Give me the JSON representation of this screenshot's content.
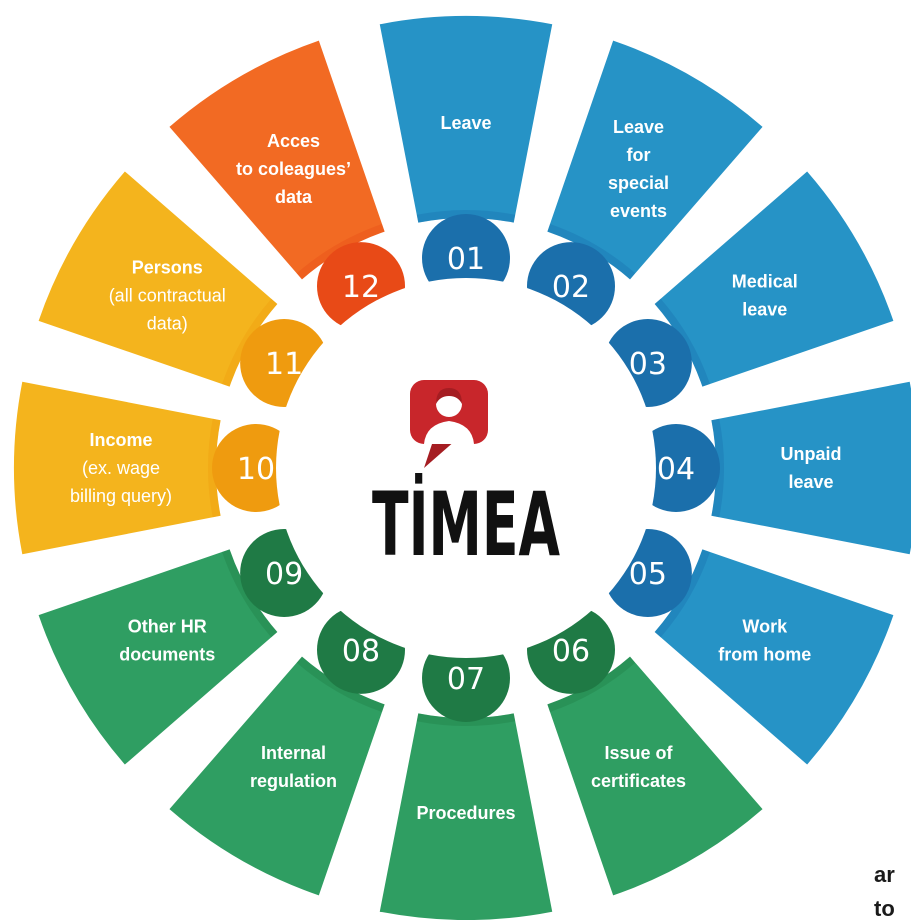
{
  "logo": {
    "wordmark": "TİMEA"
  },
  "segments": [
    {
      "number": "01",
      "label_lines": [
        {
          "bold": "Leave"
        }
      ],
      "color": "#2693c6",
      "inner_color": "#1b6fab"
    },
    {
      "number": "02",
      "label_lines": [
        {
          "bold": "Leave"
        },
        {
          "bold": "for"
        },
        {
          "bold": "special"
        },
        {
          "bold": "events"
        }
      ],
      "color": "#2693c6",
      "inner_color": "#1b6fab"
    },
    {
      "number": "03",
      "label_lines": [
        {
          "bold": "Medical"
        },
        {
          "bold": "leave"
        }
      ],
      "color": "#2693c6",
      "inner_color": "#1b6fab"
    },
    {
      "number": "04",
      "label_lines": [
        {
          "bold": "Unpaid"
        },
        {
          "bold": "leave"
        }
      ],
      "color": "#2693c6",
      "inner_color": "#1b6fab"
    },
    {
      "number": "05",
      "label_lines": [
        {
          "bold": "Work"
        },
        {
          "bold": "from home"
        }
      ],
      "color": "#2693c6",
      "inner_color": "#1b6fab"
    },
    {
      "number": "06",
      "label_lines": [
        {
          "bold": "Issue of"
        },
        {
          "bold": "certificates"
        }
      ],
      "color": "#2f9e62",
      "inner_color": "#1f7a45"
    },
    {
      "number": "07",
      "label_lines": [
        {
          "bold": "Procedures"
        }
      ],
      "color": "#2f9e62",
      "inner_color": "#1f7a45"
    },
    {
      "number": "08",
      "label_lines": [
        {
          "bold": "Internal"
        },
        {
          "bold": "regulation"
        }
      ],
      "color": "#2f9e62",
      "inner_color": "#1f7a45"
    },
    {
      "number": "09",
      "label_lines": [
        {
          "bold": "Other HR"
        },
        {
          "bold": "documents"
        }
      ],
      "color": "#2f9e62",
      "inner_color": "#1f7a45"
    },
    {
      "number": "10",
      "label_lines": [
        {
          "bold": "Income"
        },
        {
          "normal": "(ex. wage"
        },
        {
          "normal": "billing query)"
        }
      ],
      "color": "#f4b41d",
      "inner_color": "#ef9b0f"
    },
    {
      "number": "11",
      "label_lines": [
        {
          "bold": "Persons"
        },
        {
          "normal": "(all contractual"
        },
        {
          "normal": "data)"
        }
      ],
      "color": "#f4b41d",
      "inner_color": "#ef9b0f"
    },
    {
      "number": "12",
      "label_lines": [
        {
          "bold": "Acces"
        },
        {
          "bold": "to coleagues’"
        },
        {
          "bold": "data"
        }
      ],
      "color": "#f26a23",
      "inner_color": "#e84a17"
    }
  ],
  "corner_text": {
    "line1": "ar",
    "line2": "to"
  },
  "colors": {
    "logo_red": "#c8262b",
    "logo_red_dark": "#a51d22"
  }
}
